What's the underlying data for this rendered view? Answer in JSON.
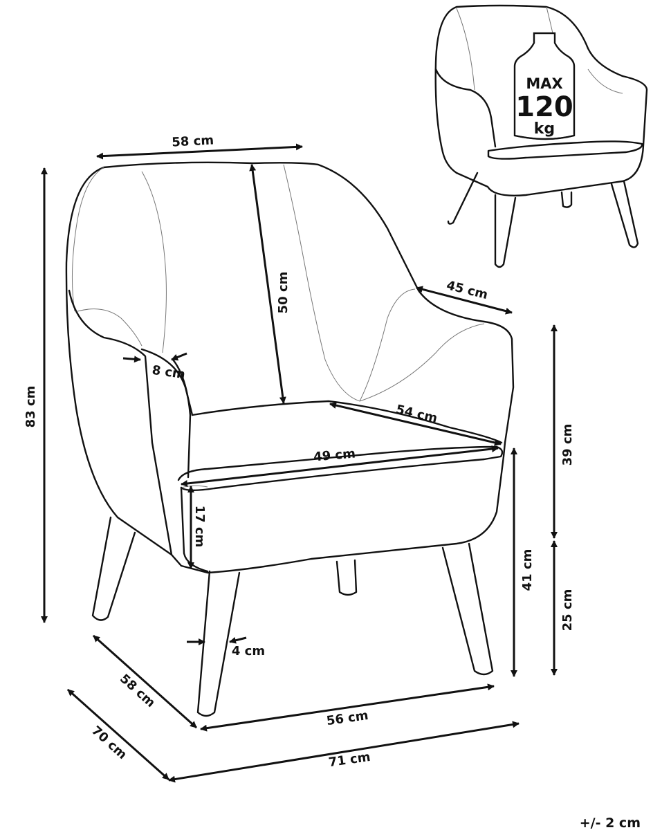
{
  "dimensions": {
    "overall_height": "83 cm",
    "back_width": "58 cm",
    "back_height": "50 cm",
    "armrest_width": "45 cm",
    "armrest_thickness": "8 cm",
    "seat_depth": "54 cm",
    "seat_width": "49 cm",
    "seat_cushion_height": "17 cm",
    "armrest_to_seat": "39 cm",
    "leg_height_to_seat": "25 cm",
    "seat_height": "41 cm",
    "leg_thickness": "4 cm",
    "leg_depth": "58 cm",
    "overall_depth": "70 cm",
    "leg_span_width": "56 cm",
    "overall_width": "71 cm"
  },
  "load": {
    "max_label": "MAX",
    "value": "120",
    "unit": "kg"
  },
  "tolerance": "+/- 2 cm"
}
